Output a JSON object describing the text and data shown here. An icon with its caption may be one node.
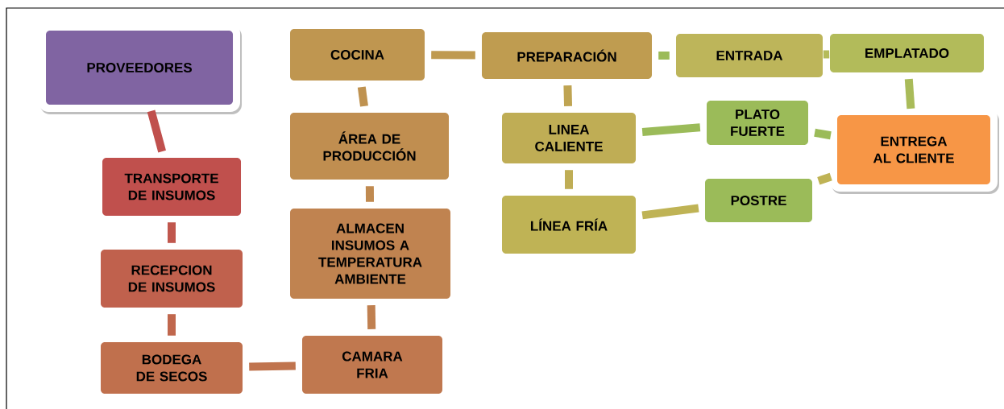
{
  "diagram": {
    "nodes": [
      {
        "text": [
          "PROVEEDORES"
        ]
      },
      {
        "text": [
          "TRANSPORTE DE INSUMOS"
        ]
      },
      {
        "text": [
          "RECEPCION DE INSUMOS"
        ]
      },
      {
        "text": [
          "BODEGA DE SECOS"
        ]
      },
      {
        "text": [
          "CAMARA FRIA"
        ]
      },
      {
        "text": [
          "ALMACEN INSUMOS A TEMPERATURA AMBIENTE"
        ]
      },
      {
        "text": [
          "ÁREA DE PRODUCCIÓN"
        ]
      },
      {
        "text": [
          "COCINA"
        ]
      },
      {
        "text": [
          "PREPARACIÓN"
        ]
      },
      {
        "text": [
          "ENTRADA"
        ]
      },
      {
        "text": [
          "EMPLATADO"
        ]
      },
      {
        "text": [
          "LINEA CALIENTE"
        ]
      },
      {
        "text": [
          "LÍNEA FRÍA"
        ]
      },
      {
        "text": [
          "PLATO FUERTE"
        ]
      },
      {
        "text": [
          "POSTRE"
        ]
      },
      {
        "text": [
          "ENTREGA AL CLIENTE"
        ]
      }
    ],
    "edges": [
      {
        "from": 0,
        "to": 1,
        "arrow": "none",
        "color": "#c0504d"
      },
      {
        "from": 1,
        "to": 2,
        "arrow": "none",
        "color": "#c0574d"
      },
      {
        "from": 2,
        "to": 3,
        "arrow": "none",
        "color": "#c0674d"
      },
      {
        "from": 3,
        "to": 4,
        "arrow": "none",
        "color": "#c0744e"
      },
      {
        "from": 4,
        "to": 5,
        "arrow": "none",
        "color": "#c08050"
      },
      {
        "from": 5,
        "to": 6,
        "arrow": "none",
        "color": "#c08a50"
      },
      {
        "from": 6,
        "to": 7,
        "arrow": "none",
        "color": "#bf9250"
      },
      {
        "from": 7,
        "to": 8,
        "arrow": "none",
        "color": "#bf9a50"
      },
      {
        "from": 8,
        "to": 9,
        "arrow": "none",
        "color": "#9bbb59"
      },
      {
        "from": 9,
        "to": 10,
        "arrow": "none",
        "color": "#b5bb5a"
      },
      {
        "from": 10,
        "to": 15,
        "arrow": "none",
        "color": "#a9bb59"
      },
      {
        "from": 8,
        "to": 11,
        "arrow": "none",
        "color": "#bfa452"
      },
      {
        "from": 11,
        "to": 12,
        "arrow": "none",
        "color": "#bfad55"
      },
      {
        "from": 11,
        "to": 13,
        "arrow": "none",
        "color": "#9bbb59"
      },
      {
        "from": 13,
        "to": 15,
        "arrow": "none",
        "color": "#9bbb59"
      },
      {
        "from": 12,
        "to": 14,
        "arrow": "none",
        "color": "#bfb355"
      },
      {
        "from": 14,
        "to": 15,
        "arrow": "none",
        "color": "#bfb355"
      }
    ]
  }
}
